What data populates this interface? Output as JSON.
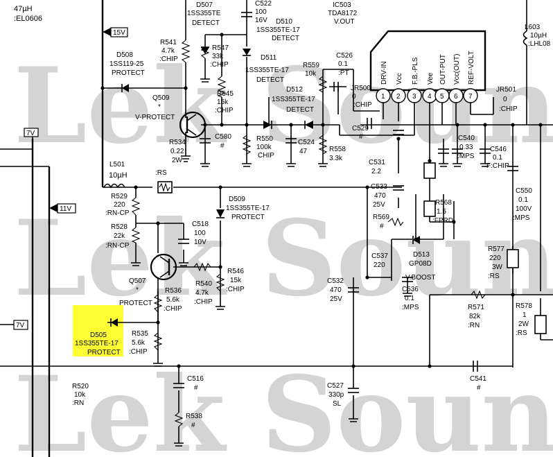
{
  "watermark": "Lek Sound",
  "labels": {
    "l510_val": "47µH",
    "l510_type": ":EL0606",
    "v15": "15V",
    "v7a": "7V",
    "v11": "11V",
    "v7b": "7V",
    "d507_ref": "D507",
    "d507_type": "1SS355TE",
    "d507_fn": "DETECT",
    "c522_ref": "C522",
    "c522_val": "100",
    "c522_v": "16V",
    "d510_ref": "D510",
    "d510_type": "1SS355TE-17",
    "d510_fn": "DETECT",
    "ic503_ref": "IC503",
    "ic503_type": "TDA8172",
    "ic503_fn": "V.OUT",
    "l603_ref": "L603",
    "l603_val": "10µH",
    "l603_type": ":LHL08",
    "r541_ref": "R541",
    "r541_val": "4.7k",
    "r541_type": ":CHIP",
    "r547_ref": "R547",
    "r547_val": "33k",
    "r547_type": ":CHIP",
    "d511_ref": "D511",
    "d511_type": "1SS355TE-17",
    "d511_fn": "DETECT",
    "d508_ref": "D508",
    "d508_type": "1SS119-25",
    "d508_fn": "PROTECT",
    "r559_ref": "R559",
    "r559_val": "10k",
    "c526_ref": "C526",
    "c526_val": "0.1",
    "c526_type": ":PT",
    "jr500_ref": "JR500",
    "jr500_val": "0",
    "jr500_type": ":CHIP",
    "jr501_ref": "JR501",
    "jr501_val": "0",
    "jr501_type": ":CHIP",
    "pin1": "DRV-IN",
    "pin2": "Vcc",
    "pin3": "F.B.-PLS",
    "pin4": "Vee",
    "pin5": "OUT-PUT",
    "pin6": "Vcc(OUT)",
    "pin7": "REF-VOLT",
    "q509_ref": "Q509",
    "q509_star": "*",
    "q509_fn": "V-PROTECT",
    "r545_ref": "R545",
    "r545_val": "15k",
    "r545_type": ":CHIP",
    "d512_ref": "D512",
    "d512_type": "1SS355TE-17",
    "d512_fn": "DETECT",
    "c580_ref": "C580",
    "c580_star": "#",
    "r550_ref": "R550",
    "r550_val": "100k",
    "r550_type": "CHIP",
    "c524_ref": "C524",
    "c524_val": "47",
    "c529_ref": "C529",
    "c529_star": "#",
    "r534_ref": "R534",
    "r534_val": "0.22",
    "r534_w": "2W",
    "r534_type": ":RS",
    "r558_ref": "R558",
    "r558_val": "3.3k",
    "c531_ref": "C531",
    "c531_val": "2.2",
    "c540_ref": "C540",
    "c540_val": "0.33",
    "c540_type": ":MPS",
    "c546_ref": "C546",
    "c546_val": "0.1",
    "c546_type": "F:CHIP",
    "l501_ref": "L501",
    "l501_val": "10µH",
    "r529_ref": "R529",
    "r529_val": "220",
    "r529_type": ":RN-CP",
    "d509_ref": "D509",
    "d509_type": "1SS355TE-17",
    "d509_fn": "PROTECT",
    "c533_ref": "C533",
    "c533_val": "470",
    "c533_v": "25V",
    "c550_ref": "C550",
    "c550_val": "0.1",
    "c550_v": "100V",
    "c550_type": ":MPS",
    "r528_ref": "R528",
    "r528_val": "22k",
    "r528_type": ":RN-CP",
    "c518_ref": "C518",
    "c518_val": "100",
    "c518_v": "10V",
    "r569_ref": "R569",
    "r569_star": "#",
    "r568_ref": "R568",
    "r568_val": "1.5",
    "r568_type": ":FPRD",
    "r577_ref": "R577",
    "r577_val": "220",
    "r577_w": "3W",
    "r577_type": ":RS",
    "c537_ref": "C537",
    "c537_val": "220",
    "d513_ref": "D513",
    "d513_type": "GP08D",
    "d513_fn": "V.BOOST",
    "q507_ref": "Q507",
    "q507_star": "*",
    "q507_fn": "PROTECT",
    "r536_ref": "R536",
    "r536_val": "5.6k",
    "r536_type": ":CHIP",
    "r540_ref": "R540",
    "r540_val": "4.7k",
    "r540_type": ":CHIP",
    "r546_ref": "R546",
    "r546_val": "15k",
    "r546_type": ":CHIP",
    "c532_ref": "C532",
    "c532_val": "470",
    "c532_v": "25V",
    "c536_ref": "C536",
    "c536_val": "0.1",
    "c536_type": ":MPS",
    "r571_ref": "R571",
    "r571_val": "82k",
    "r571_type": ":RN",
    "r578_ref": "R578",
    "r578_val": "1",
    "r578_w": "2W",
    "r578_type": ":RS",
    "d505_ref": "D505",
    "d505_type": "1SS355TE-17",
    "d505_fn": "PROTECT",
    "r535_ref": "R535",
    "r535_val": "5.6k",
    "r535_type": ":CHIP",
    "r520_ref": "R520",
    "r520_val": "10k",
    "r520_type": ":RN",
    "c516_ref": "C516",
    "c516_star": "#",
    "c527_ref": "C527",
    "c527_val": "330p",
    "c527_type": "SL",
    "c541_ref": "C541",
    "c541_star": "#",
    "r538_ref": "R538",
    "r538_star": "#",
    "pin_n1": "1",
    "pin_n2": "2",
    "pin_n3": "3",
    "pin_n4": "4",
    "pin_n5": "5",
    "pin_n6": "6",
    "pin_n7": "7"
  },
  "colors": {
    "highlight": "#ffff33",
    "watermark": "#d4d4d4",
    "ink": "#000000"
  }
}
